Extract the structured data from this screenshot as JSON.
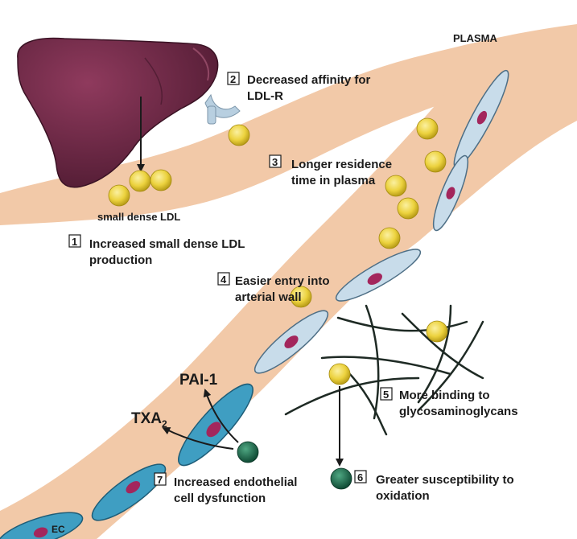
{
  "labels": {
    "plasma": "PLASMA",
    "small_dense_ldl": "small dense LDL",
    "ec": "EC",
    "pai1": "PAI-1",
    "txa": "TXA",
    "txa_sub": "2"
  },
  "steps": [
    {
      "num": "1",
      "lines": [
        "Increased small dense LDL",
        "production"
      ]
    },
    {
      "num": "2",
      "lines": [
        "Decreased affinity for",
        "LDL-R"
      ]
    },
    {
      "num": "3",
      "lines": [
        "Longer residence",
        "time in plasma"
      ]
    },
    {
      "num": "4",
      "lines": [
        "Easier entry into",
        "arterial wall"
      ]
    },
    {
      "num": "5",
      "lines": [
        "More binding to",
        "glycosaminoglycans"
      ]
    },
    {
      "num": "6",
      "lines": [
        "Greater susceptibility to",
        "oxidation"
      ]
    },
    {
      "num": "7",
      "lines": [
        "Increased endothelial",
        "cell dysfunction"
      ]
    }
  ],
  "colors": {
    "vessel": "#f2c9a8",
    "liver": "#6e2745",
    "ldl": "#ecd23e",
    "oxidized_ldl": "#1d6a4f",
    "cell_light": "#c8dcea",
    "cell_dark": "#3f9ec2",
    "nucleus": "#a3265c"
  }
}
